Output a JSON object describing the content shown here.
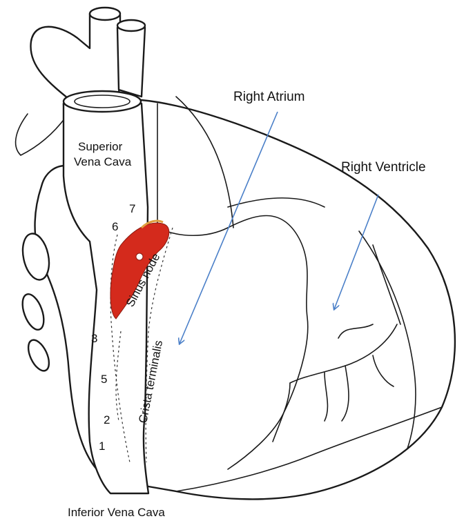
{
  "labels": {
    "right_atrium": "Right Atrium",
    "right_ventricle": "Right Ventricle",
    "svc_line1": "Superior",
    "svc_line2": "Vena Cava",
    "ivc": "Inferior Vena Cava",
    "sinus_node": "Sinus node",
    "crista_terminalis": "Crista terminalis"
  },
  "site_numbers": [
    "7",
    "6",
    "3",
    "5",
    "2",
    "1"
  ],
  "colors": {
    "arrow": "#4a7fc8",
    "sinus_node_fill": "#d42a1c",
    "outline": "#1a1a1a"
  }
}
